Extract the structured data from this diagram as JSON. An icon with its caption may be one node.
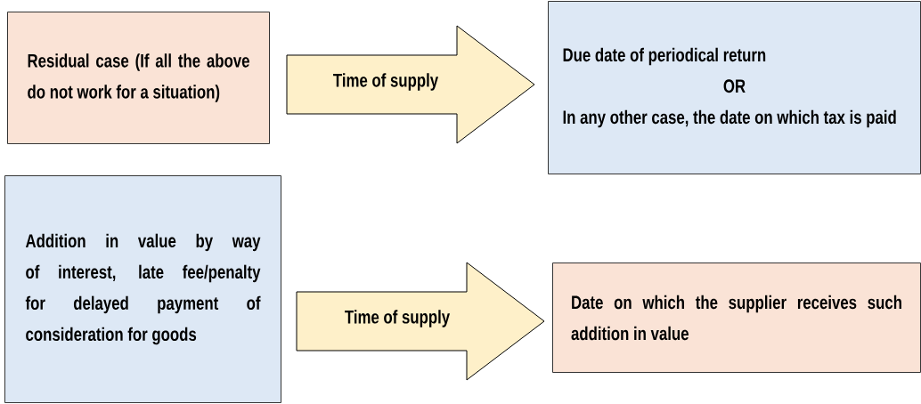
{
  "diagram": {
    "nodes": [
      {
        "text": [
          "Residual case (If all the above do not work for a situation)"
        ]
      },
      {
        "text": [
          "Due date of periodical return",
          "OR",
          "In any other case, the date on which tax is paid"
        ]
      },
      {
        "text": [
          "Addition in value by way of interest, late fee/penalty for delayed payment of consideration for goods"
        ]
      },
      {
        "text": [
          "Date on which the supplier receives such addition in value"
        ]
      }
    ],
    "edges": [
      {
        "from": 0,
        "to": 1,
        "arrow": "to",
        "label": "Time of supply"
      },
      {
        "from": 2,
        "to": 3,
        "arrow": "to",
        "label": "Time of supply"
      }
    ]
  }
}
